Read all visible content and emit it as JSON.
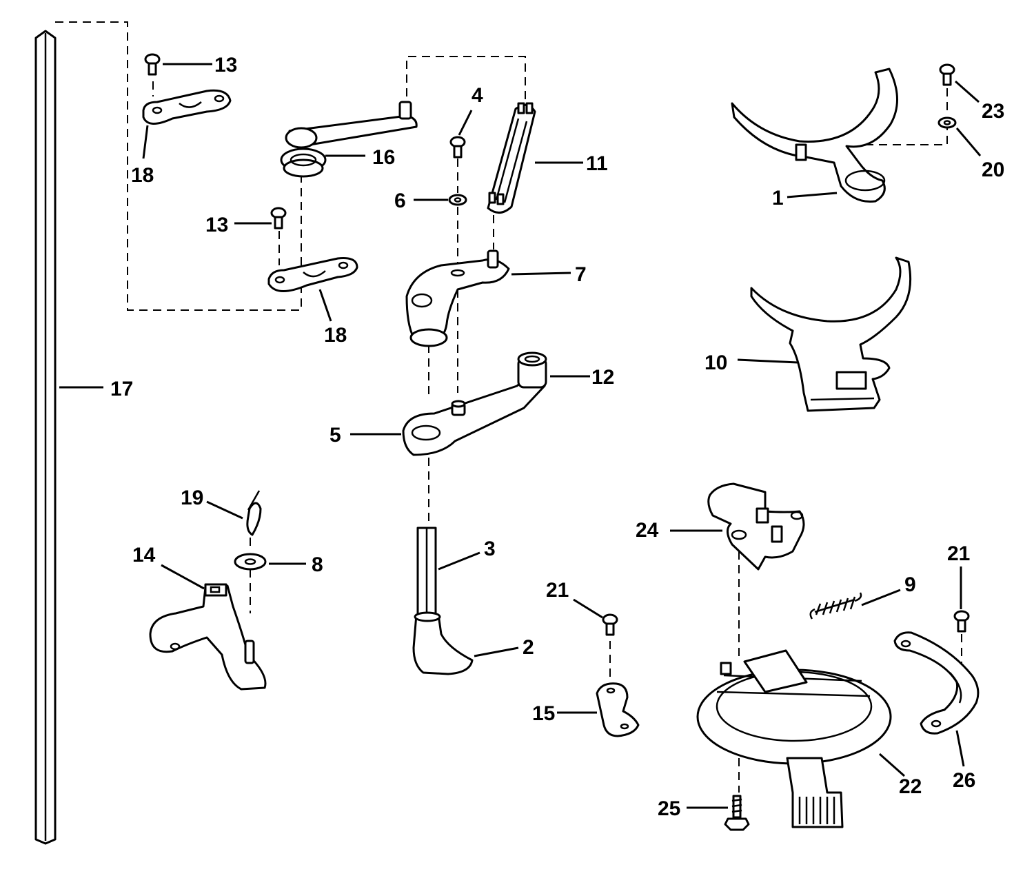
{
  "diagram": {
    "callouts": [
      {
        "key": "13a",
        "number": "13",
        "part": "screw"
      },
      {
        "key": "18a",
        "number": "18",
        "part": "link-arm"
      },
      {
        "key": "16",
        "number": "16",
        "part": "throttle-cam-lever"
      },
      {
        "key": "13b",
        "number": "13",
        "part": "screw"
      },
      {
        "key": "18b",
        "number": "18",
        "part": "link-arm"
      },
      {
        "key": "17",
        "number": "17",
        "part": "shaft"
      },
      {
        "key": "4",
        "number": "4",
        "part": "screw"
      },
      {
        "key": "6",
        "number": "6",
        "part": "washer"
      },
      {
        "key": "11",
        "number": "11",
        "part": "link"
      },
      {
        "key": "7",
        "number": "7",
        "part": "lever"
      },
      {
        "key": "12",
        "number": "12",
        "part": "arm"
      },
      {
        "key": "5",
        "number": "5",
        "part": "lever"
      },
      {
        "key": "3",
        "number": "3",
        "part": "shaft"
      },
      {
        "key": "2",
        "number": "2",
        "part": "foot"
      },
      {
        "key": "19",
        "number": "19",
        "part": "cotter-pin"
      },
      {
        "key": "8",
        "number": "8",
        "part": "washer"
      },
      {
        "key": "14",
        "number": "14",
        "part": "bracket"
      },
      {
        "key": "1",
        "number": "1",
        "part": "retainer-ring"
      },
      {
        "key": "23",
        "number": "23",
        "part": "screw"
      },
      {
        "key": "20",
        "number": "20",
        "part": "washer"
      },
      {
        "key": "10",
        "number": "10",
        "part": "retainer-ring"
      },
      {
        "key": "24",
        "number": "24",
        "part": "switch"
      },
      {
        "key": "9",
        "number": "9",
        "part": "spring"
      },
      {
        "key": "21a",
        "number": "21",
        "part": "screw"
      },
      {
        "key": "15",
        "number": "15",
        "part": "clip"
      },
      {
        "key": "22",
        "number": "22",
        "part": "timer-base"
      },
      {
        "key": "25",
        "number": "25",
        "part": "screw"
      },
      {
        "key": "21b",
        "number": "21",
        "part": "screw"
      },
      {
        "key": "26",
        "number": "26",
        "part": "arm"
      }
    ]
  }
}
